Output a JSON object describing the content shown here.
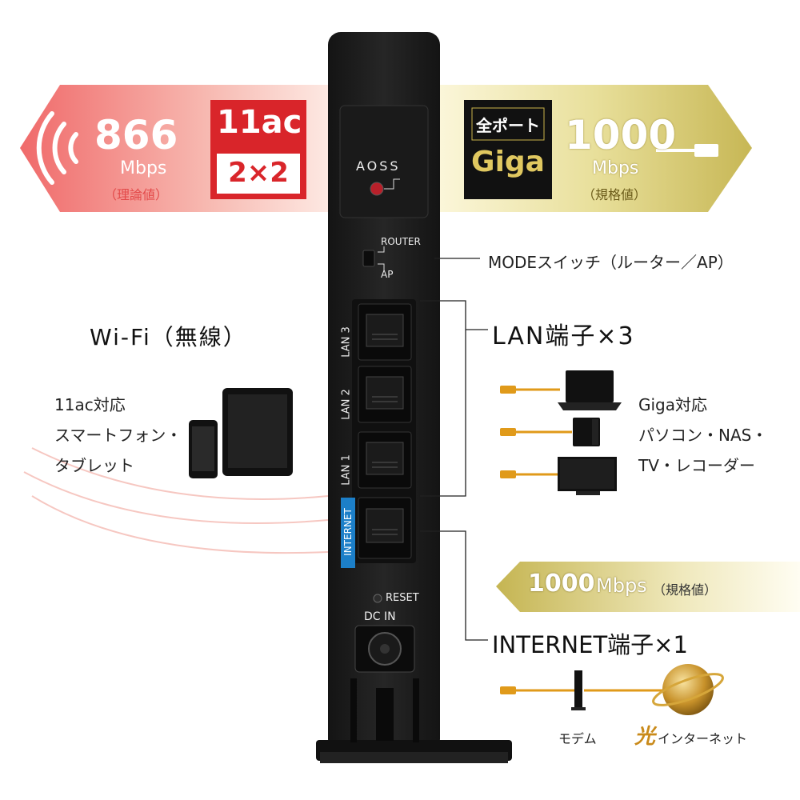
{
  "left_banner": {
    "speed_value": "866",
    "speed_unit": "Mbps",
    "speed_note": "（理論値）",
    "badge_top": "11ac",
    "badge_bottom": "2×2"
  },
  "right_banner": {
    "badge_top": "全ポート",
    "badge_bottom": "Giga",
    "speed_value": "1000",
    "speed_unit": "Mbps",
    "speed_note": "（規格値）"
  },
  "router": {
    "aoss_label": "AOSS",
    "switch_router_label": "ROUTER",
    "switch_ap_label": "AP",
    "lan_labels": [
      "LAN 3",
      "LAN 2",
      "LAN 1"
    ],
    "internet_label": "INTERNET",
    "reset_label": "RESET",
    "dcin_label": "DC IN"
  },
  "annotations": {
    "mode_switch": "MODEスイッチ（ルーター／AP）",
    "lan_ports": "LAN端子×3",
    "internet_port": "INTERNET端子×1",
    "internet_speed_value": "1000",
    "internet_speed_unit": "Mbps",
    "internet_speed_note": "（規格値）"
  },
  "wifi": {
    "title": "Wi-Fi（無線）",
    "line1": "11ac対応",
    "line2": "スマートフォン・",
    "line3": "タブレット"
  },
  "devices": {
    "line1": "Giga対応",
    "line2": "パソコン・NAS・",
    "line3": "TV・レコーダー"
  },
  "internet": {
    "modem_label": "モデム",
    "hikari_char": "光",
    "internet_label": "インターネット"
  },
  "colors": {
    "red_accent": "#d9252a",
    "gold_accent": "#b8a23a",
    "cable_orange": "#e09a1a",
    "router_body": "#1e1e1e",
    "internet_blue": "#1c7fc8"
  }
}
